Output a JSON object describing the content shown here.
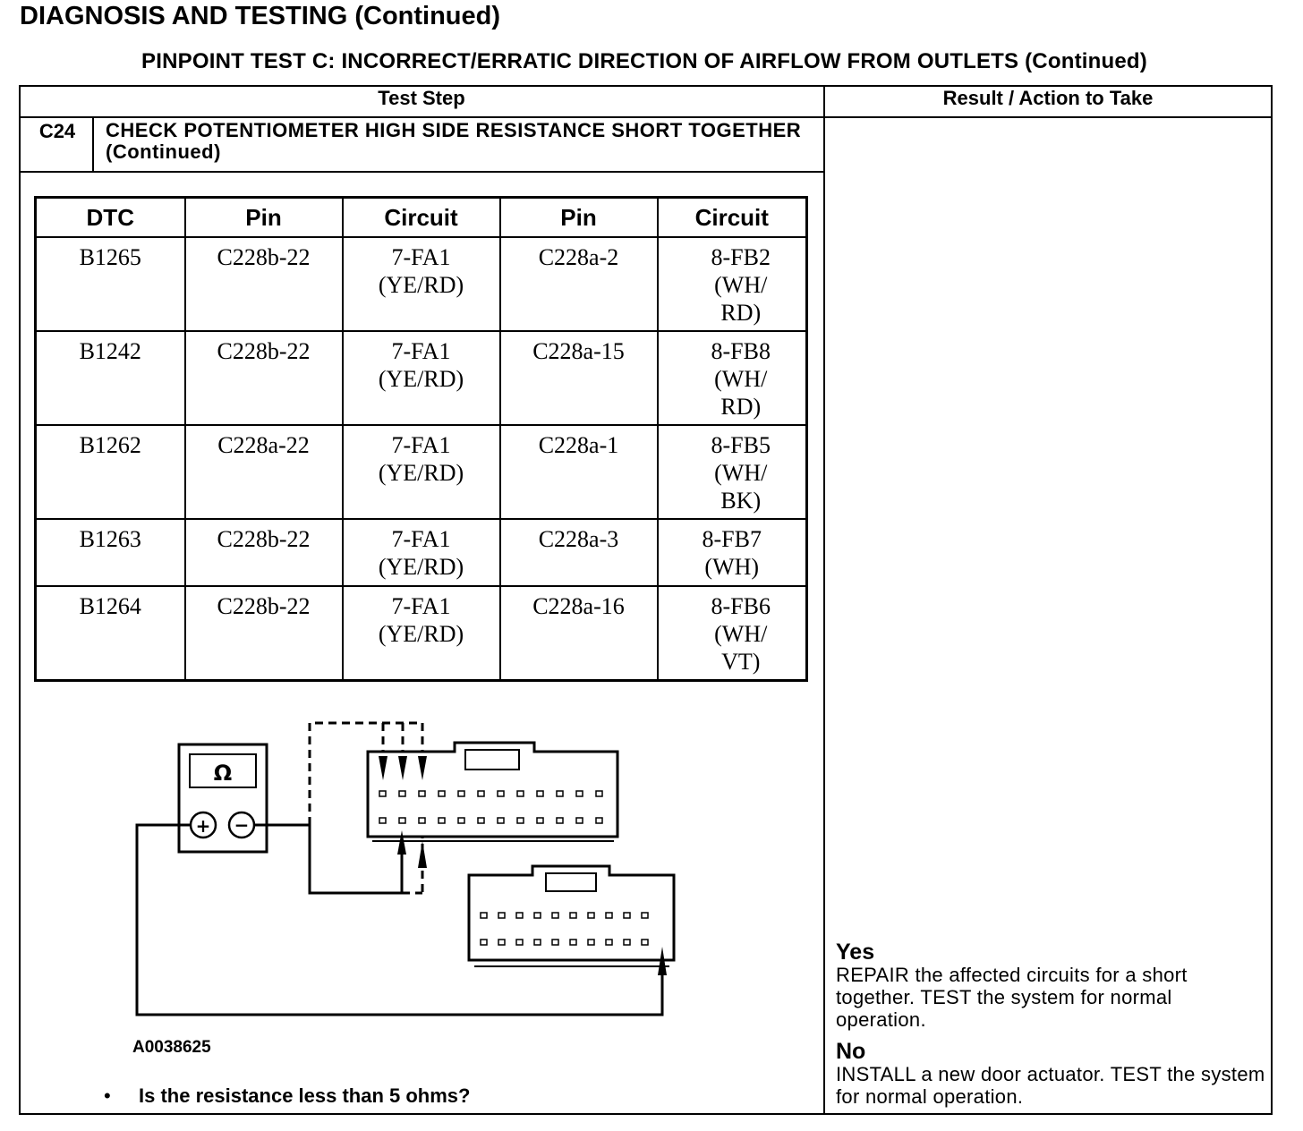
{
  "header": {
    "title": "DIAGNOSIS AND TESTING (Continued)",
    "subtitle": "PINPOINT TEST  C: INCORRECT/ERRATIC DIRECTION OF AIRFLOW FROM OUTLETS (Continued)"
  },
  "columns": {
    "test_step": "Test Step",
    "result": "Result / Action to Take"
  },
  "step": {
    "id": "C24",
    "title": "CHECK POTENTIOMETER HIGH SIDE RESISTANCE SHORT TOGETHER (Continued)"
  },
  "table": {
    "headers": [
      "DTC",
      "Pin",
      "Circuit",
      "Pin",
      "Circuit"
    ],
    "rows": [
      [
        "B1265",
        "C228b-22",
        "7-FA1\n(YE/RD)",
        "C228a-2",
        "8-FB2\n(WH/\nRD)"
      ],
      [
        "B1242",
        "C228b-22",
        "7-FA1\n(YE/RD)",
        "C228a-15",
        "8-FB8\n(WH/\nRD)"
      ],
      [
        "B1262",
        "C228a-22",
        "7-FA1\n(YE/RD)",
        "C228a-1",
        "8-FB5\n(WH/\nBK)"
      ],
      [
        "B1263",
        "C228b-22",
        "7-FA1\n(YE/RD)",
        "C228a-3",
        "8-FB7\n(WH)"
      ],
      [
        "B1264",
        "C228b-22",
        "7-FA1\n(YE/RD)",
        "C228a-16",
        "8-FB6\n(WH/\nVT)"
      ]
    ]
  },
  "figure": {
    "meter_symbol": "Ω",
    "plus": "+",
    "minus": "−",
    "id": "A0038625"
  },
  "question": {
    "bullet": "•",
    "text": "Is the resistance less than 5 ohms?"
  },
  "results": {
    "yes_label": "Yes",
    "yes_text": "REPAIR the affected circuits for a short together. TEST the system for normal operation.",
    "no_label": "No",
    "no_text": "INSTALL a new door actuator. TEST the system for normal operation."
  }
}
